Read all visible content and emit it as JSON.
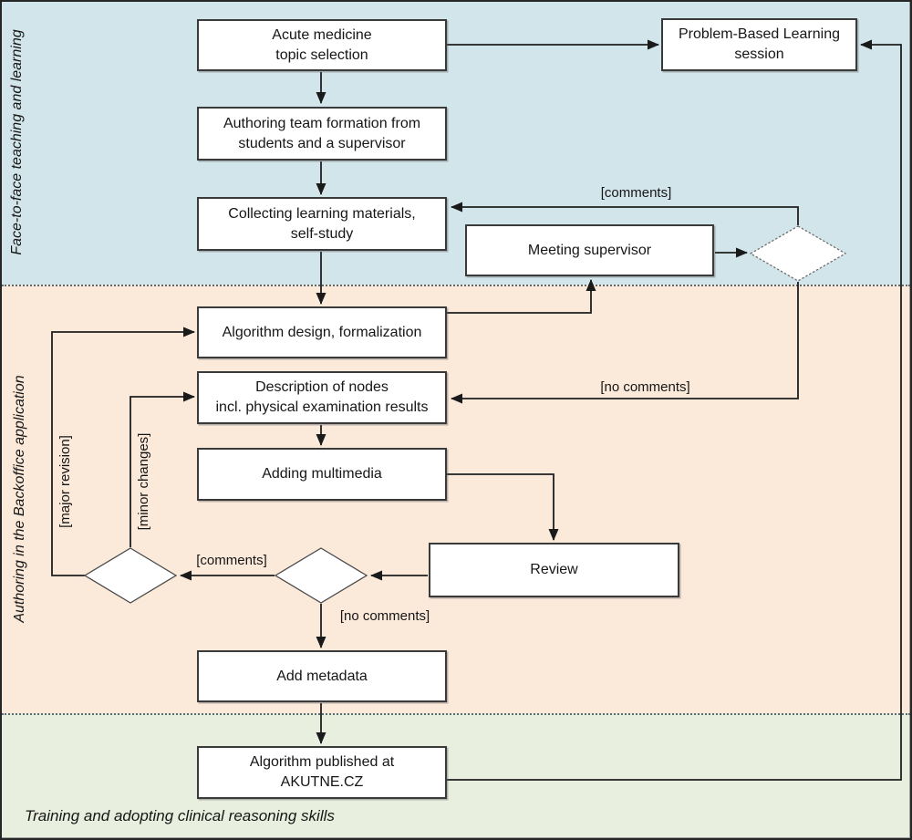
{
  "lanes": [
    {
      "label": "Face-to-face teaching and learning",
      "color": "#d2e5ea"
    },
    {
      "label": "Authoring in the Backoffice application",
      "color": "#fbe9da"
    },
    {
      "label": "Training and adopting clinical reasoning skills",
      "color": "#e9efdf"
    }
  ],
  "nodes": {
    "acute_medicine": {
      "label": "Acute medicine\ntopic selection"
    },
    "pbl_session": {
      "label": "Problem-Based Learning\nsession"
    },
    "authoring_team": {
      "label": "Authoring team formation from\nstudents and a supervisor"
    },
    "collecting": {
      "label": "Collecting learning materials,\nself-study"
    },
    "meeting_supervisor": {
      "label": "Meeting supervisor"
    },
    "algorithm_design": {
      "label": "Algorithm design, formalization"
    },
    "description_nodes": {
      "label": "Description of nodes\nincl. physical examination results"
    },
    "adding_multimedia": {
      "label": "Adding multimedia"
    },
    "review": {
      "label": "Review"
    },
    "add_metadata": {
      "label": "Add metadata"
    },
    "published": {
      "label": "Algorithm published at\nAKUTNE.CZ"
    }
  },
  "edge_labels": {
    "comments_top": "[comments]",
    "no_comments_right": "[no comments]",
    "comments_mid": "[comments]",
    "no_comments_mid": "[no comments]",
    "major_revision": "[major revision]",
    "minor_changes": "[minor changes]"
  },
  "colors": {
    "line": "#1f1f1f",
    "box_border": "#3a3a3a",
    "diamond_border": "#6e6e6e",
    "lane_separator": "#5a6a6e"
  }
}
